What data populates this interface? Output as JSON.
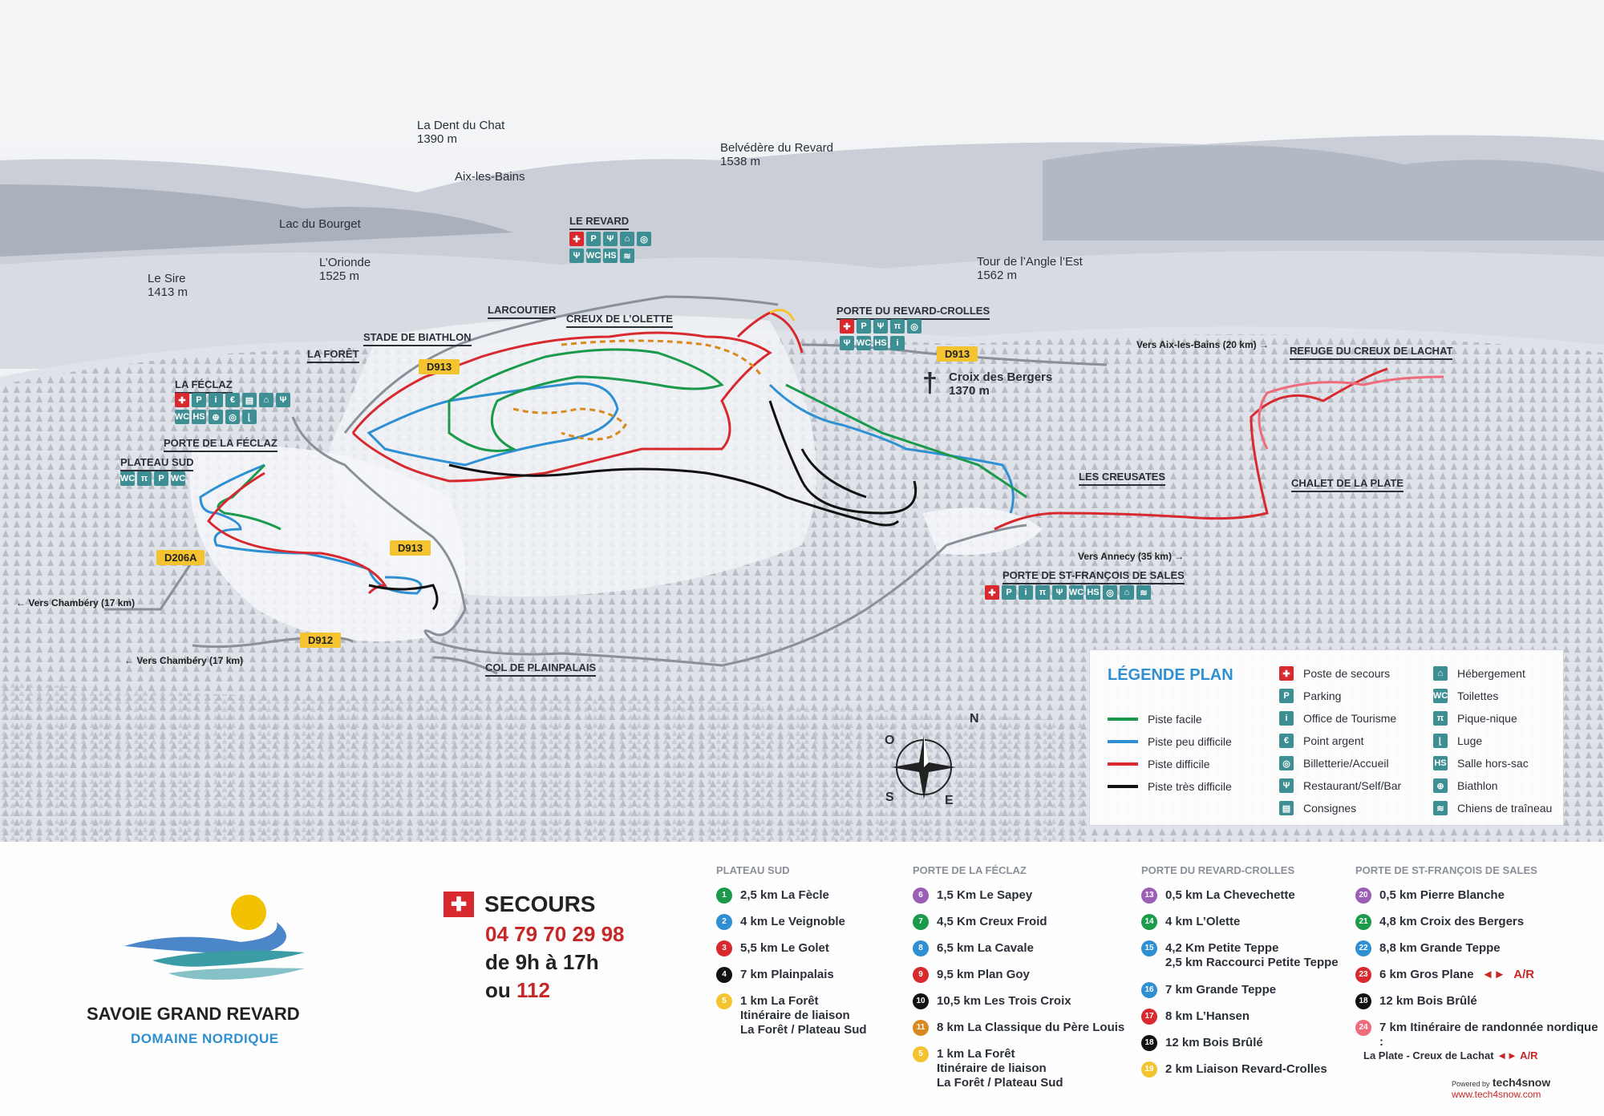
{
  "colors": {
    "green": "#1b9a4b",
    "blue": "#2e8fd3",
    "red": "#d8292f",
    "black": "#111111",
    "orange": "#d98a1e",
    "yellow": "#f4c430",
    "purple": "#9b5fb5",
    "pink": "#ef6b7b",
    "teal": "#3e8f94",
    "legend_title": "#2f8fd0"
  },
  "peaks": [
    {
      "name": "La Dent du Chat",
      "alt": "1390 m"
    },
    {
      "name": "Belvédère du Revard",
      "alt": "1538 m"
    },
    {
      "name": "Aix-les-Bains",
      "alt": ""
    },
    {
      "name": "Lac du Bourget",
      "alt": ""
    },
    {
      "name": "L’Oriond​e",
      "alt": "1525 m"
    },
    {
      "name": "Le Sire",
      "alt": "1413 m"
    },
    {
      "name": "Tour de l’Angle l’Est",
      "alt": "1562 m"
    },
    {
      "name": "Croix des Bergers",
      "alt": "1370 m"
    }
  ],
  "places": {
    "le_revard": "LE REVARD",
    "larcoutier": "LARCOUTIER",
    "creux_olette": "CREUX DE L’OLETTE",
    "porte_revard": "PORTE DU REVARD-CROLLES",
    "stade": "STADE DE BIATHLON",
    "la_foret": "LA FORÊT",
    "la_feclaz": "LA FÉCLAZ",
    "porte_feclaz": "PORTE DE LA FÉCLAZ",
    "plateau_sud": "PLATEAU SUD",
    "refuge": "REFUGE DU CREUX DE LACHAT",
    "les_creusates": "LES CREUSATES",
    "chalet_plate": "CHALET DE LA PLATE",
    "porte_st_francois": "PORTE DE ST-FRANÇOIS DE SALES",
    "col_plainpalais": "COL DE PLAINPALAIS"
  },
  "roads": {
    "d913_a": "D913",
    "d913_b": "D913",
    "d913_c": "D913",
    "d206a": "D206A",
    "d912": "D912"
  },
  "directions": {
    "chambery_1": "← Vers Chambéry (17 km)",
    "chambery_2": "← Vers Chambéry (17 km)",
    "aix": "Vers Aix-les-Bains (20 km) →",
    "annecy": "Vers Annecy (35 km) →"
  },
  "compass": {
    "n": "N",
    "s": "S",
    "e": "E",
    "o": "O"
  },
  "legend": {
    "title": "LÉGENDE PLAN",
    "lines": [
      {
        "label": "Piste facile",
        "color": "#1b9a4b"
      },
      {
        "label": "Piste peu difficile",
        "color": "#2e8fd3"
      },
      {
        "label": "Piste difficile",
        "color": "#d8292f"
      },
      {
        "label": "Piste très difficile",
        "color": "#111111"
      }
    ],
    "services_1": [
      {
        "icon": "first-aid-icon",
        "glyph": "✚",
        "label": "Poste de secours"
      },
      {
        "icon": "parking-icon",
        "glyph": "P",
        "label": "Parking"
      },
      {
        "icon": "info-icon",
        "glyph": "i",
        "label": "Office de Tourisme"
      },
      {
        "icon": "atm-icon",
        "glyph": "€",
        "label": "Point argent"
      },
      {
        "icon": "ticket-icon",
        "glyph": "◎",
        "label": "Billetterie/Accueil"
      },
      {
        "icon": "restaurant-icon",
        "glyph": "Ψ",
        "label": "Restaurant/Self/Bar"
      },
      {
        "icon": "locker-icon",
        "glyph": "▤",
        "label": "Consignes"
      }
    ],
    "services_2": [
      {
        "icon": "lodging-icon",
        "glyph": "⌂",
        "label": "Hébergement"
      },
      {
        "icon": "toilets-icon",
        "glyph": "WC",
        "label": "Toilettes"
      },
      {
        "icon": "picnic-icon",
        "glyph": "π",
        "label": "Pique-nique"
      },
      {
        "icon": "luge-icon",
        "glyph": "⌊",
        "label": "Luge"
      },
      {
        "icon": "hors-sac-icon",
        "glyph": "HS",
        "label": "Salle hors-sac"
      },
      {
        "icon": "biathlon-icon",
        "glyph": "⊕",
        "label": "Biathlon"
      },
      {
        "icon": "dog-sled-icon",
        "glyph": "≋",
        "label": "Chiens de traîneau"
      }
    ]
  },
  "brand": {
    "name": "SAVOIE GRAND REVARD",
    "sub": "DOMAINE NORDIQUE"
  },
  "secours": {
    "title": "SECOURS",
    "phone": "04 79 70 29 98",
    "hours": "de 9h à 17h",
    "or_label": "ou",
    "alt": "112"
  },
  "columns": [
    {
      "header": "PLATEAU SUD",
      "trails": [
        {
          "num": "1",
          "color": "#1b9a4b",
          "lines": [
            "2,5 km La Fècle"
          ]
        },
        {
          "num": "2",
          "color": "#2e8fd3",
          "lines": [
            "4 km Le Veignoble"
          ]
        },
        {
          "num": "3",
          "color": "#d8292f",
          "lines": [
            "5,5 km Le Golet"
          ]
        },
        {
          "num": "4",
          "color": "#111111",
          "lines": [
            "7 km Plainpalais"
          ]
        },
        {
          "num": "5",
          "color": "#f4c430",
          "lines": [
            "1 km La Forêt",
            "Itinéraire de liaison",
            "La Forêt / Plateau Sud"
          ]
        }
      ]
    },
    {
      "header": "PORTE DE LA FÉCLAZ",
      "trails": [
        {
          "num": "6",
          "color": "#9b5fb5",
          "lines": [
            "1,5 Km Le Sapey"
          ]
        },
        {
          "num": "7",
          "color": "#1b9a4b",
          "lines": [
            "4,5 Km Creux Froid"
          ]
        },
        {
          "num": "8",
          "color": "#2e8fd3",
          "lines": [
            "6,5 km La Cavale"
          ]
        },
        {
          "num": "9",
          "color": "#d8292f",
          "lines": [
            "9,5 km Plan Goy"
          ]
        },
        {
          "num": "10",
          "color": "#111111",
          "lines": [
            "10,5 km Les Trois Croix"
          ]
        },
        {
          "num": "11",
          "color": "#d98a1e",
          "lines": [
            "8 km La Classique du Père Louis"
          ]
        },
        {
          "num": "5",
          "color": "#f4c430",
          "lines": [
            "1 km La Forêt",
            "Itinéraire de liaison",
            "La Forêt / Plateau Sud"
          ]
        }
      ]
    },
    {
      "header": "PORTE DU REVARD-CROLLES",
      "trails": [
        {
          "num": "13",
          "color": "#9b5fb5",
          "lines": [
            "0,5 km La Chevechette"
          ]
        },
        {
          "num": "14",
          "color": "#1b9a4b",
          "lines": [
            "4 km L’Olette"
          ]
        },
        {
          "num": "15",
          "color": "#2e8fd3",
          "lines": [
            "4,2 Km Petite Teppe",
            "2,5 km Raccourci Petite Teppe"
          ]
        },
        {
          "num": "16",
          "color": "#2e8fd3",
          "lines": [
            "7 km Grande Teppe"
          ]
        },
        {
          "num": "17",
          "color": "#d8292f",
          "lines": [
            "8 km L’Hansen"
          ]
        },
        {
          "num": "18",
          "color": "#111111",
          "lines": [
            "12 km Bois Brûlé"
          ]
        },
        {
          "num": "19",
          "color": "#f4c430",
          "lines": [
            "2 km Liaison Revard-Crolles"
          ]
        }
      ]
    },
    {
      "header": "PORTE DE ST-FRANÇOIS DE SALES",
      "trails": [
        {
          "num": "20",
          "color": "#9b5fb5",
          "lines": [
            "0,5 km Pierre Blanche"
          ]
        },
        {
          "num": "21",
          "color": "#1b9a4b",
          "lines": [
            "4,8 km Croix des Bergers"
          ]
        },
        {
          "num": "22",
          "color": "#2e8fd3",
          "lines": [
            "8,8 km Grande Teppe"
          ]
        },
        {
          "num": "23",
          "color": "#d8292f",
          "lines": [
            "6 km Gros Plane"
          ],
          "tag": "A/R"
        },
        {
          "num": "18",
          "color": "#111111",
          "lines": [
            "12 km Bois Brûlé"
          ]
        },
        {
          "num": "24",
          "color": "#ef6b7b",
          "lines": [
            "7 km Itinéraire de randonnée nordique :"
          ],
          "sub": "La Plate - Creux de Lachat",
          "tag": "A/R"
        }
      ]
    }
  ],
  "credit": {
    "powered": "Powered by",
    "name": "tech4snow",
    "url": "www.tech4snow.com"
  }
}
